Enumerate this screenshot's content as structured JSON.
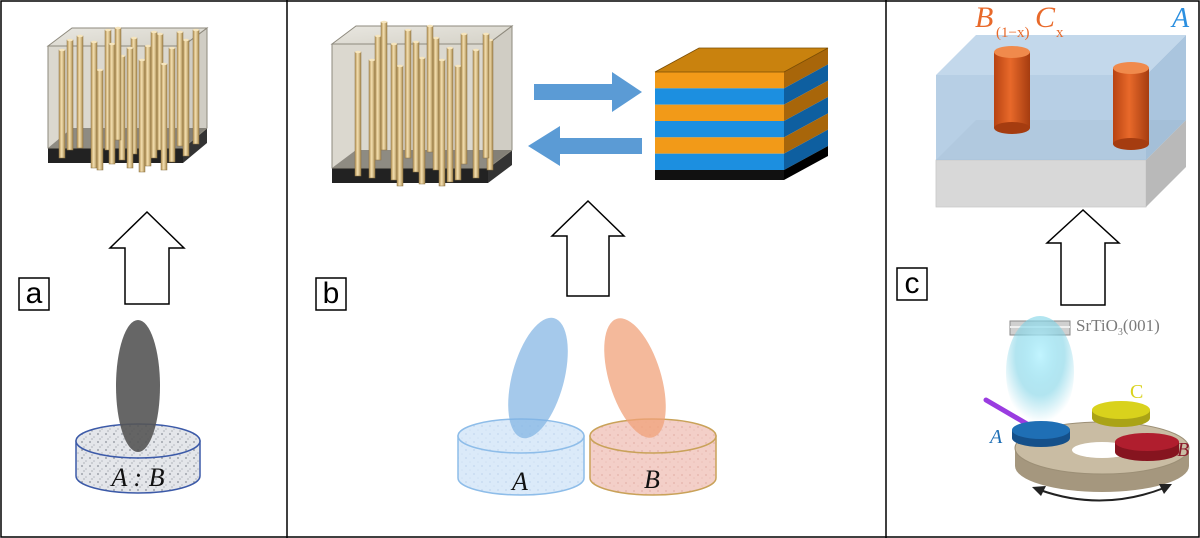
{
  "panels": {
    "a": {
      "tag": "a",
      "target_label": "A : B"
    },
    "b": {
      "tag": "b",
      "target_a_label": "A",
      "target_b_label": "B"
    },
    "c": {
      "tag": "c",
      "pillar_label_b": "B",
      "pillar_label_b_sub": "(1−x)",
      "pillar_label_c": "C",
      "pillar_label_c_sub": "x",
      "matrix_label": "A",
      "substrate_label": "SrTiO",
      "substrate_label_sub": "3",
      "substrate_label_tail": "(001)",
      "carousel_label_a": "A",
      "carousel_label_b": "B",
      "carousel_label_c": "C"
    }
  },
  "colors": {
    "pillar": "#d9bf8c",
    "matrix_gray": "#bdb8a8",
    "stripe_orange": "#f29a18",
    "stripe_blue": "#1c8fe0",
    "arrow_blue": "#5b9bd5",
    "plume_blue": "#7fb2e3",
    "plume_orange": "#f0a27a",
    "pillar_orange": "#d8571f",
    "matrix_label_blue": "#2b8fe0",
    "pillar_label_orange": "#e8692a",
    "carousel_a": "#1f6fb5",
    "carousel_b": "#b01e2e",
    "carousel_c": "#d9d21c"
  }
}
